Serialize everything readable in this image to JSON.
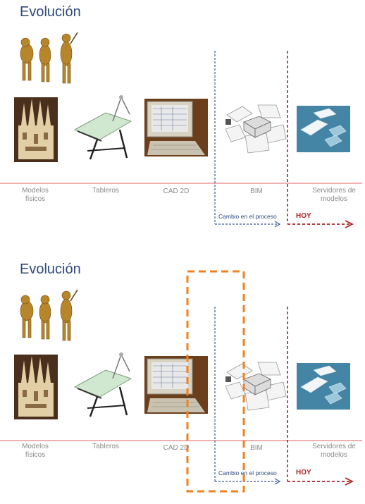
{
  "slides": [
    {
      "title": "Evolución",
      "stages": [
        {
          "label_lines": [
            "Modelos",
            "físicos"
          ]
        },
        {
          "label_lines": [
            "Tableros"
          ]
        },
        {
          "label_lines": [
            "CAD 2D"
          ]
        },
        {
          "label_lines": [
            "BIM"
          ]
        },
        {
          "label_lines": [
            "Servidores de",
            "modelos"
          ]
        }
      ],
      "process_change_label": "Cambio en el proceso",
      "today_label": "HOY",
      "highlight_box": false
    },
    {
      "title": "Evolución",
      "stages": [
        {
          "label_lines": [
            "Modelos",
            "físicos"
          ]
        },
        {
          "label_lines": [
            "Tableros"
          ]
        },
        {
          "label_lines": [
            "CAD 2D"
          ]
        },
        {
          "label_lines": [
            "BIM"
          ]
        },
        {
          "label_lines": [
            "Servidores de",
            "modelos"
          ]
        }
      ],
      "process_change_label": "Cambio en el proceso",
      "today_label": "HOY",
      "highlight_box": true
    }
  ],
  "colors": {
    "title": "#2f4a7a",
    "timeline": "#e06060",
    "process_change_line": "#3a5a9a",
    "today_line": "#b02020",
    "highlight_box": "#f0821e"
  },
  "icons": {
    "evolution": "human-evolution-illustration",
    "physical_model": "sagrada-familia-model-photo",
    "drafting_table": "drafting-table-illustration",
    "cad": "crt-computer-cad-photo",
    "bim": "bim-sheets-illustration",
    "model_server": "model-server-3d-illustration"
  }
}
